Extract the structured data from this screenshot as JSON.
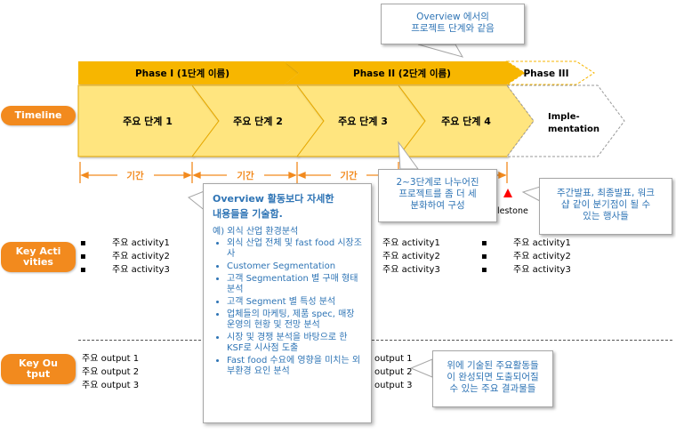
{
  "colors": {
    "phase_bar": "#f7b600",
    "step_fill": "#ffe57f",
    "step_stroke": "#e6a800",
    "accent_orange": "#f28a1e",
    "callout_text": "#2e74b5",
    "milestone_red": "#ff0000"
  },
  "phases": [
    "Phase I (1단계 이름)",
    "Phase II (2단계 이름)",
    "Phase III"
  ],
  "steps": [
    "주요 단계 1",
    "주요 단계 2",
    "주요 단계 3",
    "주요 단계 4"
  ],
  "implementation": [
    "Imple-",
    "mentation"
  ],
  "periods": [
    "기간",
    "기간",
    "기간"
  ],
  "milestone_label": "Milestone",
  "row_labels": {
    "timeline": "Timeline",
    "key_activities": [
      "Key Acti",
      "vities"
    ],
    "key_output": [
      "Key Ou",
      "tput"
    ]
  },
  "activities": [
    "주요 activity1",
    "주요 activity2",
    "주요 activity3"
  ],
  "outputs": [
    "주요 output 1",
    "주요 output 2",
    "주요 output 3"
  ],
  "callouts": {
    "top": [
      "Overview 에서의",
      "프로젝트 단계와 같음"
    ],
    "middle": [
      "2~3단계로 나누어진",
      "프로젝트를 좀 더 세",
      "분화하여 구성"
    ],
    "right": [
      "주간발표, 최종발표, 워크",
      "샵 같이 분기점이 될 수",
      "있는 행사들"
    ],
    "bottom": [
      "위에 기술된 주요활동들",
      "이 완성되면 도출되어질",
      "수 있는 주요 결과물들"
    ],
    "detail": {
      "title": [
        "Overview 활동보다 자세한",
        "내용들을 기술함."
      ],
      "example": "예) 외식 산업 환경분석",
      "items": [
        "외식 산업 전체 및 fast food 시장조사",
        "Customer Segmentation",
        "고객 Segmentation 별 구매 형태 분석",
        "고객 Segment 별 특성 분석",
        "업체들의 마케팅, 제품 spec, 매장운영의 현황 및 전망 분석",
        "시장 및 경쟁 분석을 바탕으로 한 KSF로 시사점 도출",
        "Fast food 수요에 영향을 미치는 외부환경 요인 분석"
      ]
    }
  }
}
